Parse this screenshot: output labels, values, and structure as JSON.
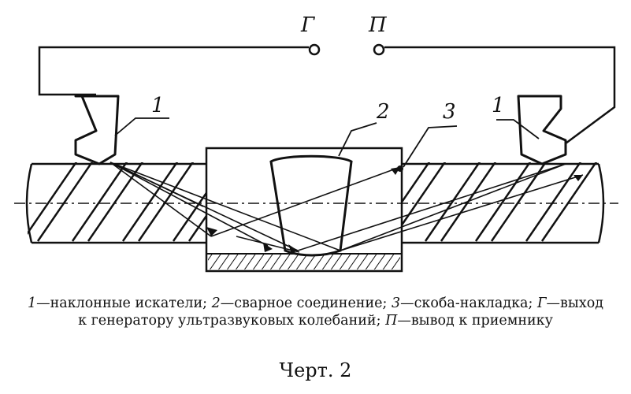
{
  "labels": {
    "generator": "Г",
    "receiver": "П",
    "probe_left": "1",
    "weld": "2",
    "bracket": "3",
    "probe_right": "1"
  },
  "legend": [
    {
      "key": "1",
      "text": "—наклонные искатели; "
    },
    {
      "key": "2",
      "text": "—сварное соединение; "
    },
    {
      "key": "3",
      "text": "—скоба-накладка; "
    },
    {
      "key": "Г",
      "text": "—выход к генератору ультразвуковых колебаний; "
    },
    {
      "key": "П",
      "text": "—вывод к приемнику"
    }
  ],
  "figure_title": "Черт. 2"
}
